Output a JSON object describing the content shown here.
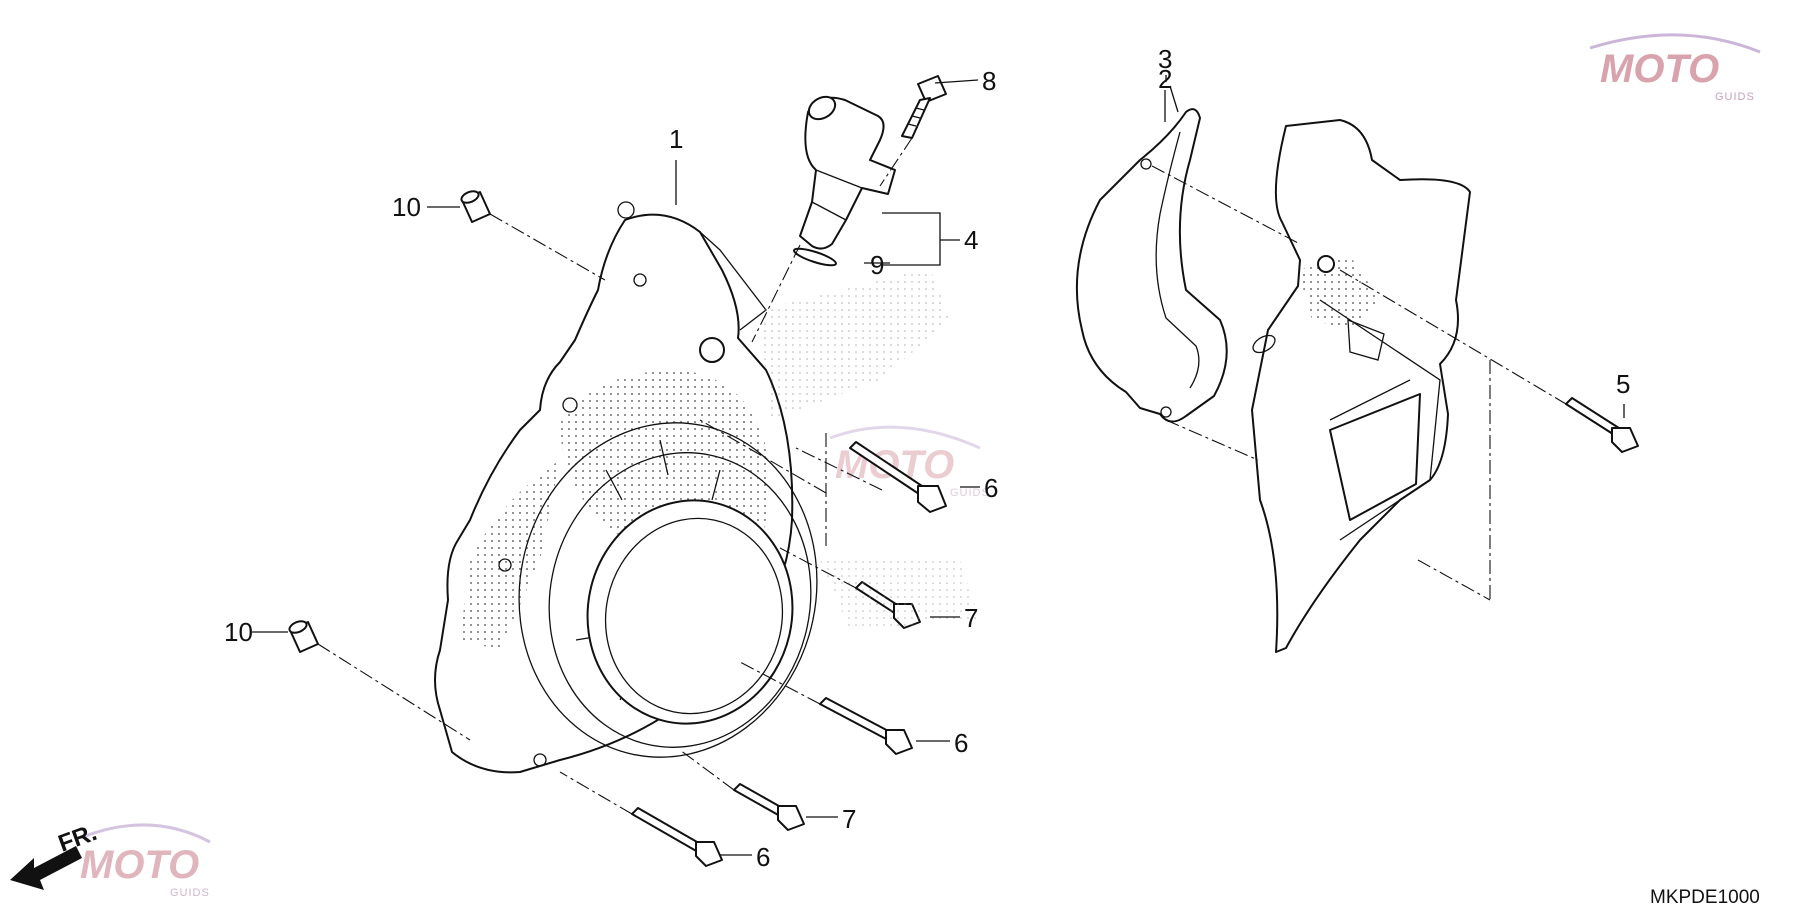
{
  "diagram": {
    "code": "MKPDE1000",
    "front_label": "FR.",
    "callouts": [
      "1",
      "2",
      "3",
      "4",
      "5",
      "6",
      "6",
      "6",
      "7",
      "7",
      "8",
      "9",
      "10",
      "10"
    ],
    "watermark": {
      "brand": "MOTO",
      "sub": "GUIDS",
      "color": "#d9a3ad"
    }
  }
}
